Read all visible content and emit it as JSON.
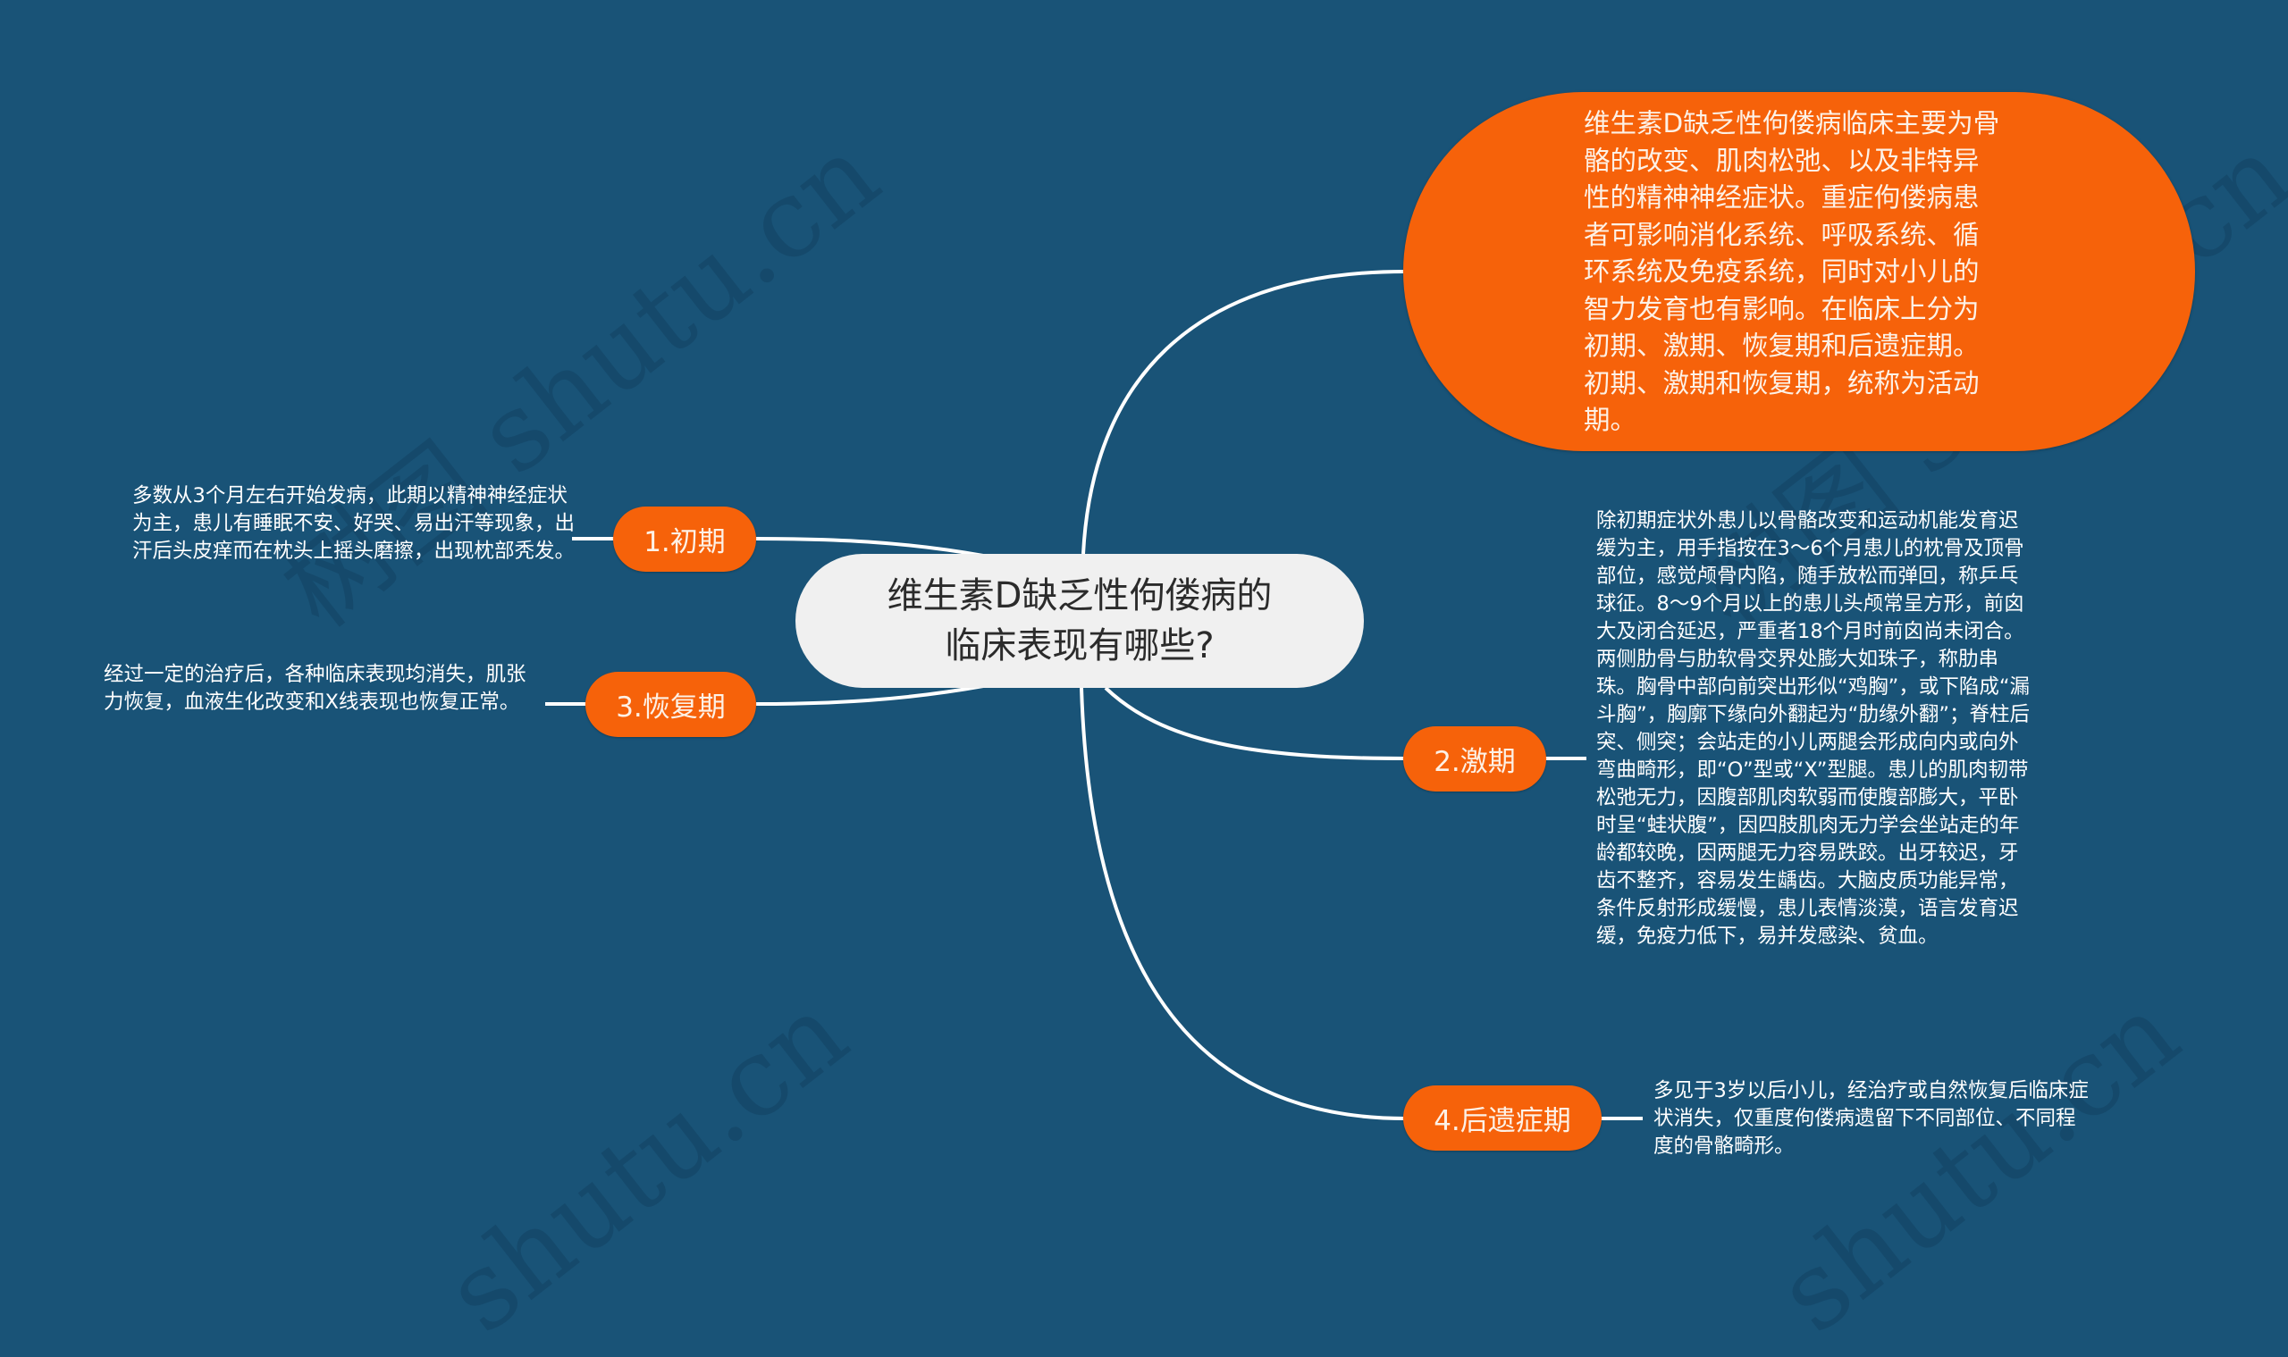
{
  "colors": {
    "background": "#195377",
    "branch_node": "#F6620A",
    "root_node": "#F0F0F0",
    "root_text": "#2B2B2B",
    "connector": "#FFFFFF",
    "detail_text": "#FFFFFF"
  },
  "root": {
    "line1": "维生素D缺乏性佝偻病的",
    "line2": "临床表现有哪些?"
  },
  "summary": {
    "text": "维生素D缺乏性佝偻病临床主要为骨骼的改变、肌肉松弛、以及非特异性的精神神经症状。重症佝偻病患者可影响消化系统、呼吸系统、循环系统及免疫系统，同时对小儿的智力发育也有影响。在临床上分为初期、激期、恢复期和后遗症期。初期、激期和恢复期，统称为活动期。"
  },
  "branches": [
    {
      "label": "1.初期",
      "detail": "多数从3个月左右开始发病，此期以精神神经症状为主，患儿有睡眠不安、好哭、易出汗等现象，出汗后头皮痒而在枕头上摇头磨擦，出现枕部秃发。"
    },
    {
      "label": "2.激期",
      "detail": "除初期症状外患儿以骨骼改变和运动机能发育迟缓为主，用手指按在3～6个月患儿的枕骨及顶骨部位，感觉颅骨内陷，随手放松而弹回，称乒乓球征。8～9个月以上的患儿头颅常呈方形，前囟大及闭合延迟，严重者18个月时前囟尚未闭合。两侧肋骨与肋软骨交界处膨大如珠子，称肋串珠。胸骨中部向前突出形似“鸡胸”，或下陷成“漏斗胸”，胸廓下缘向外翻起为“肋缘外翻”；脊柱后突、侧突；会站走的小儿两腿会形成向内或向外弯曲畸形，即“O”型或“X”型腿。患儿的肌肉韧带松弛无力，因腹部肌肉软弱而使腹部膨大，平卧时呈“蛙状腹”，因四肢肌肉无力学会坐站走的年龄都较晚，因两腿无力容易跌跤。出牙较迟，牙齿不整齐，容易发生龋齿。大脑皮质功能异常，条件反射形成缓慢，患儿表情淡漠，语言发育迟缓，免疫力低下，易并发感染、贫血。"
    },
    {
      "label": "3.恢复期",
      "detail": "经过一定的治疗后，各种临床表现均消失，肌张力恢复，血液生化改变和X线表现也恢复正常。"
    },
    {
      "label": "4.后遗症期",
      "detail": "多见于3岁以后小儿，经治疗或自然恢复后临床症状消失，仅重度佝偻病遗留下不同部位、不同程度的骨骼畸形。"
    }
  ],
  "watermarks": [
    "树图 shutu.cn",
    "树图 shutu.cn",
    "shutu.cn",
    "shutu.cn"
  ]
}
